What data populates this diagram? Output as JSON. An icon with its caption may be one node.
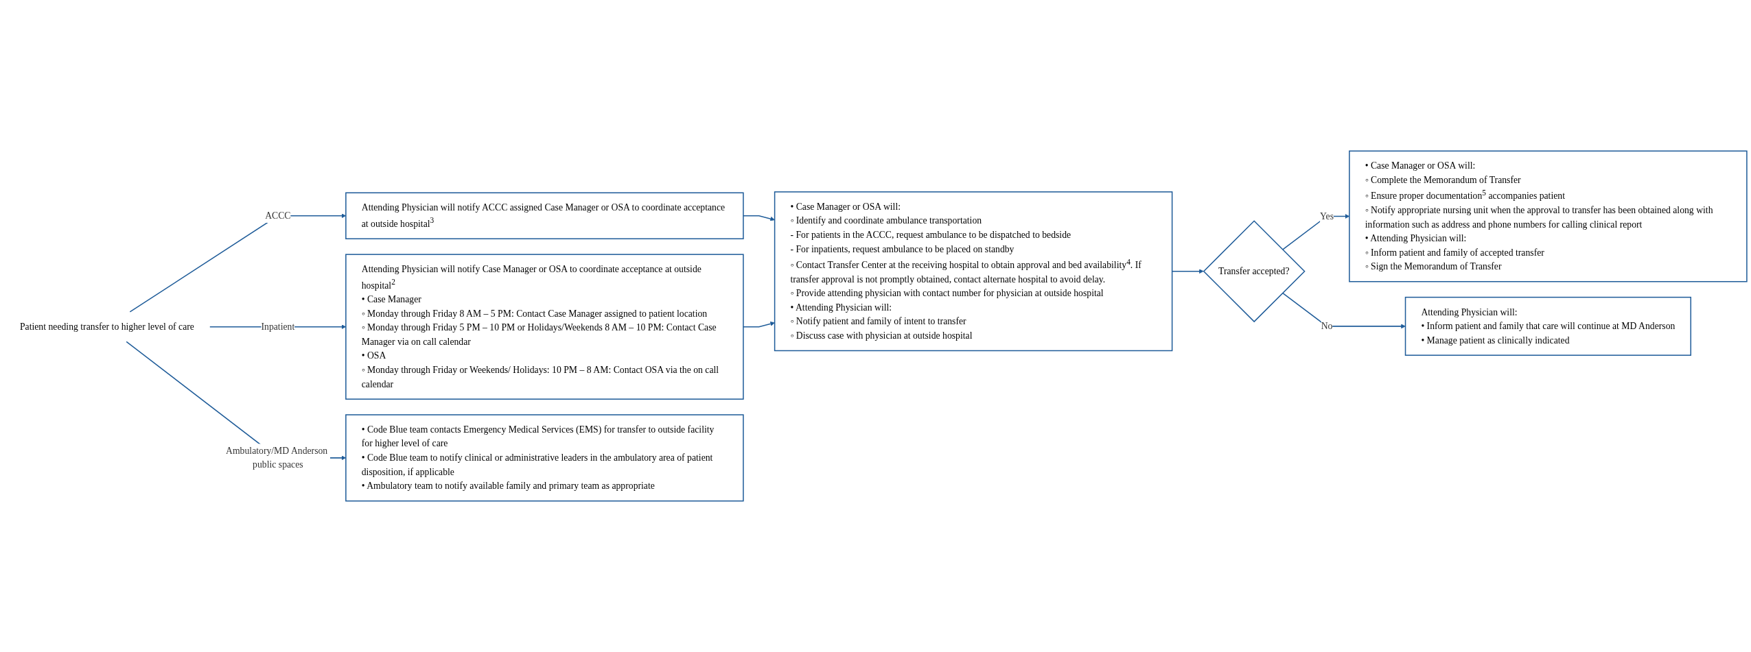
{
  "diagram": {
    "nodes": [
      {
        "text": [
          "Patient needing transfer to higher level of care"
        ]
      },
      {
        "text": [
          "Attending Physician will notify ACCC assigned Case Manager or OSA to coordinate acceptance at outside hospital$^{3}$"
        ]
      },
      {
        "text": [
          "Attending Physician will notify Case Manager or OSA to coordinate acceptance at outside hospital$^{2}$",
          "• Case Manager",
          "◦ Monday through Friday 8 AM – 5 PM: Contact Case Manager assigned to patient location",
          "◦ Monday through Friday 5 PM – 10 PM or Holidays/Weekends 8 AM – 10 PM: Contact Case Manager via on call calendar",
          "• OSA",
          "◦ Monday through Friday or Weekends/ Holidays: 10 PM – 8 AM: Contact OSA via the on call calendar"
        ]
      },
      {
        "text": [
          "• Case Manager or OSA will:",
          "◦ Identify and coordinate ambulance transportation",
          "- For patients in the ACCC, request ambulance to be dispatched to bedside",
          "- For inpatients, request ambulance to be placed on standby",
          "◦ Contact Transfer Center at the receiving hospital to obtain approval and bed availability$^{4}$. If transfer approval is not promptly obtained, contact alternate hospital to avoid delay.",
          "◦ Provide attending physician with contact number for physician at outside hospital",
          "• Attending Physician will:",
          "◦ Notify patient and family of intent to transfer",
          "◦ Discuss case with physician at outside hospital"
        ]
      },
      {
        "text": [
          "Transfer accepted?"
        ]
      },
      {
        "text": [
          "• Case Manager or OSA will:",
          "◦ Complete the Memorandum of Transfer",
          "◦ Ensure proper documentation$^{5}$ accompanies patient",
          "◦ Notify appropriate nursing unit when the approval to transfer has been obtained along with information such as address and phone numbers for calling clinical report",
          "• Attending Physician will:",
          "◦ Inform patient and family of accepted transfer",
          "◦ Sign the Memorandum of Transfer"
        ]
      },
      {
        "text": [
          "Attending Physician will:",
          "• Inform patient and family that care will continue at MD Anderson",
          "• Manage patient as clinically indicated"
        ]
      },
      {
        "text": [
          "• Code Blue team contacts Emergency Medical Services (EMS) for transfer to outside facility for higher level of care",
          "• Code Blue team to notify clinical or administrative leaders in the ambulatory area of patient disposition, if applicable",
          "• Ambulatory team to notify available family and primary team as appropriate"
        ]
      }
    ],
    "edges": [
      {
        "from": 0,
        "to": 1,
        "arrow": "to",
        "label": "ACCC"
      },
      {
        "from": 0,
        "to": 2,
        "arrow": "to",
        "label": "Inpatient"
      },
      {
        "from": 0,
        "to": 7,
        "arrow": "to",
        "label": "Ambulatory/MD Anderson public spaces"
      },
      {
        "from": 1,
        "to": 3,
        "arrow": "to"
      },
      {
        "from": 2,
        "to": 3,
        "arrow": "to"
      },
      {
        "from": 3,
        "to": 4,
        "arrow": "to"
      },
      {
        "from": 4,
        "to": 5,
        "arrow": "to",
        "label": "Yes"
      },
      {
        "from": 4,
        "to": 6,
        "arrow": "to",
        "label": "No"
      }
    ]
  }
}
